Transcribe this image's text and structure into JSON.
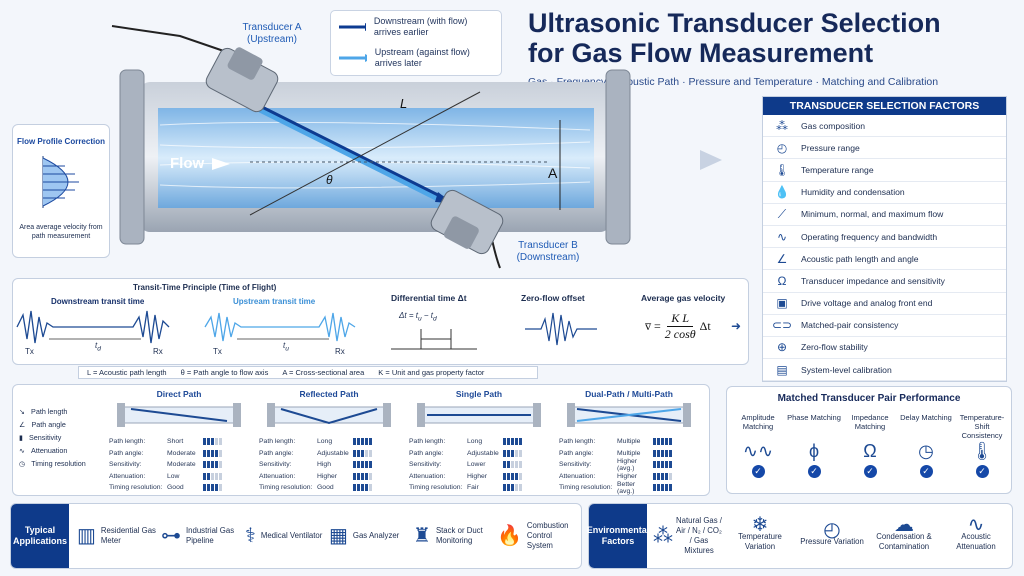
{
  "title": {
    "line1": "Ultrasonic Transducer Selection",
    "line2": "for Gas Flow Measurement"
  },
  "subtitle": "Gas · Frequency · Acoustic Path · Pressure and Temperature · Matching and Calibration",
  "legend": {
    "downstream": "Downstream (with flow) arrives earlier",
    "upstream": "Upstream (against flow) arrives later"
  },
  "diagram": {
    "transducer_a": "Transducer A",
    "transducer_a_sub": "(Upstream)",
    "transducer_b": "Transducer B",
    "transducer_b_sub": "(Downstream)",
    "flow": "Flow",
    "L": "L",
    "A": "A",
    "theta": "θ"
  },
  "flow_profile": {
    "title": "Flow Profile Correction",
    "caption": "Area average velocity from path measurement"
  },
  "factors": {
    "heading": "TRANSDUCER SELECTION FACTORS",
    "items": [
      {
        "icon": "molecule-icon",
        "glyph": "⁂",
        "label": "Gas composition"
      },
      {
        "icon": "gauge-icon",
        "glyph": "◴",
        "label": "Pressure range"
      },
      {
        "icon": "thermometer-icon",
        "glyph": "🌡",
        "label": "Temperature range"
      },
      {
        "icon": "droplet-icon",
        "glyph": "💧",
        "label": "Humidity and condensation"
      },
      {
        "icon": "chart-icon",
        "glyph": "⟋",
        "label": "Minimum, normal, and maximum flow"
      },
      {
        "icon": "wave-icon",
        "glyph": "∿",
        "label": "Operating frequency and bandwidth"
      },
      {
        "icon": "angle-icon",
        "glyph": "∠",
        "label": "Acoustic path length and angle"
      },
      {
        "icon": "omega-icon",
        "glyph": "Ω",
        "label": "Transducer impedance and sensitivity"
      },
      {
        "icon": "chip-icon",
        "glyph": "▣",
        "label": "Drive voltage and analog front end"
      },
      {
        "icon": "link-icon",
        "glyph": "⊂⊃",
        "label": "Matched-pair consistency"
      },
      {
        "icon": "target-icon",
        "glyph": "⊕",
        "label": "Zero-flow stability"
      },
      {
        "icon": "clipboard-icon",
        "glyph": "▤",
        "label": "System-level calibration"
      }
    ]
  },
  "transit": {
    "heading": "Transit-Time Principle (Time of Flight)",
    "down": "Downstream transit time",
    "up": "Upstream transit time",
    "tx": "Tx",
    "rx": "Rx",
    "td": "t",
    "td_sub": "d",
    "tu": "t",
    "tu_sub": "u",
    "diff": "Differential time  Δt",
    "diff_eq": "Δt = t",
    "zero": "Zero-flow offset",
    "avg": "Average gas velocity",
    "formula_lhs": "v̅ =",
    "formula_num": "K L",
    "formula_den": "2 cosθ",
    "formula_rhs": "Δt",
    "key": [
      "L = Acoustic path length",
      "θ = Path angle to flow axis",
      "A = Cross-sectional area",
      "K = Unit and gas property factor"
    ]
  },
  "paths_legend": [
    "Path length",
    "Path angle",
    "Sensitivity",
    "Attenuation",
    "Timing resolution"
  ],
  "path_configs": [
    {
      "name": "Direct Path",
      "rows": [
        [
          "Path length:",
          "Short"
        ],
        [
          "Path angle:",
          "Moderate"
        ],
        [
          "Sensitivity:",
          "Moderate"
        ],
        [
          "Attenuation:",
          "Low"
        ],
        [
          "Timing resolution:",
          "Good"
        ]
      ]
    },
    {
      "name": "Reflected Path",
      "rows": [
        [
          "Path length:",
          "Long"
        ],
        [
          "Path angle:",
          "Adjustable"
        ],
        [
          "Sensitivity:",
          "High"
        ],
        [
          "Attenuation:",
          "Higher"
        ],
        [
          "Timing resolution:",
          "Good"
        ]
      ]
    },
    {
      "name": "Single Path",
      "rows": [
        [
          "Path length:",
          "Long"
        ],
        [
          "Path angle:",
          "Adjustable"
        ],
        [
          "Sensitivity:",
          "Lower"
        ],
        [
          "Attenuation:",
          "Higher"
        ],
        [
          "Timing resolution:",
          "Fair"
        ]
      ]
    },
    {
      "name": "Dual-Path / Multi-Path",
      "rows": [
        [
          "Path length:",
          "Multiple"
        ],
        [
          "Path angle:",
          "Multiple"
        ],
        [
          "Sensitivity:",
          "Higher (avg.)"
        ],
        [
          "Attenuation:",
          "Higher"
        ],
        [
          "Timing resolution:",
          "Better (avg.)"
        ]
      ]
    }
  ],
  "matched": {
    "heading": "Matched Transducer Pair Performance",
    "cols": [
      {
        "label": "Amplitude Matching",
        "glyph": "∿∿"
      },
      {
        "label": "Phase Matching",
        "glyph": "ϕ"
      },
      {
        "label": "Impedance Matching",
        "glyph": "Ω"
      },
      {
        "label": "Delay Matching",
        "glyph": "◷"
      },
      {
        "label": "Temperature-Shift Consistency",
        "glyph": "🌡"
      }
    ],
    "check": "✓"
  },
  "applications": {
    "heading": "Typical Applications",
    "items": [
      {
        "icon": "gas-meter-icon",
        "glyph": "▥",
        "label": "Residential Gas Meter"
      },
      {
        "icon": "pipeline-icon",
        "glyph": "⊶",
        "label": "Industrial Gas Pipeline"
      },
      {
        "icon": "lungs-icon",
        "glyph": "⚕",
        "label": "Medical Ventilator"
      },
      {
        "icon": "analyzer-icon",
        "glyph": "▦",
        "label": "Gas Analyzer"
      },
      {
        "icon": "stack-icon",
        "glyph": "♜",
        "label": "Stack or Duct Monitoring"
      },
      {
        "icon": "flame-icon",
        "glyph": "🔥",
        "label": "Combustion Control System"
      }
    ]
  },
  "environment": {
    "heading": "Environmental Factors",
    "items": [
      {
        "icon": "molecule-icon",
        "glyph": "⁂",
        "label": "Natural Gas / Air / N₂ / CO₂ / Gas Mixtures"
      },
      {
        "icon": "temperature-icon",
        "glyph": "❄",
        "label": "Temperature Variation"
      },
      {
        "icon": "pressure-icon",
        "glyph": "◴",
        "label": "Pressure Variation"
      },
      {
        "icon": "condensation-icon",
        "glyph": "☁",
        "label": "Condensation & Contamination"
      },
      {
        "icon": "attenuation-icon",
        "glyph": "∿",
        "label": "Acoustic Attenuation"
      }
    ]
  }
}
